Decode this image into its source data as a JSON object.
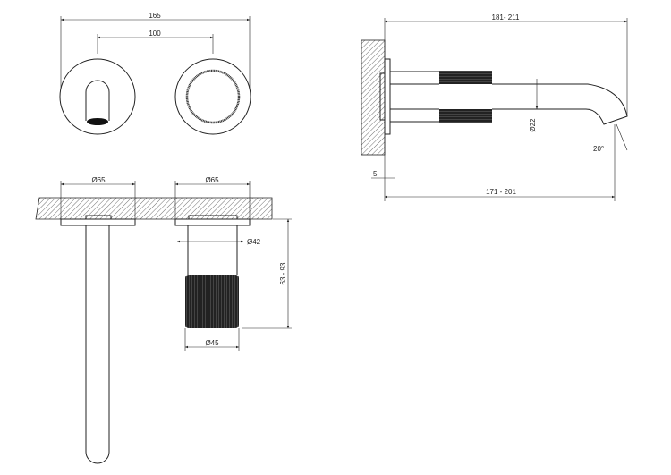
{
  "drawing": {
    "front_view": {
      "overall_width": "165",
      "center_distance": "100"
    },
    "plan_section": {
      "flange_left_diameter": "Ø65",
      "flange_right_diameter": "Ø65",
      "cartridge_diameter": "Ø42",
      "handle_diameter": "Ø45",
      "depth_range": "63 - 93"
    },
    "side_view": {
      "overall_projection": "181- 211",
      "spout_projection": "171 - 201",
      "pipe_diameter": "Ø22",
      "outlet_angle": "20°",
      "flange_thickness": "5"
    }
  }
}
